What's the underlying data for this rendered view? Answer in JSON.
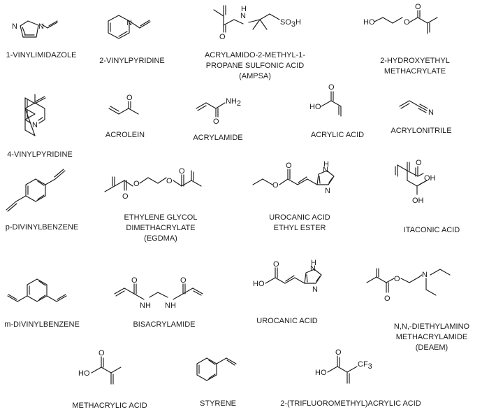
{
  "molecules": [
    {
      "name": "1-VINYLIMIDAZOLE"
    },
    {
      "name": "2-VINYLPYRIDINE"
    },
    {
      "name": "ACRYLAMIDO-2-METHYL-1-PROPANE SULFONIC ACID (AMPSA)",
      "lines": [
        "ACRYLAMIDO-2-METHYL-1-",
        "PROPANE SULFONIC ACID",
        "(AMPSA)"
      ]
    },
    {
      "name": "2-HYDROXYETHYL METHACRYLATE",
      "lines": [
        "2-HYDROXYETHYL",
        "METHACRYLATE"
      ]
    },
    {
      "name": "4-VINYLPYRIDINE"
    },
    {
      "name": "ACROLEIN"
    },
    {
      "name": "ACRYLAMIDE"
    },
    {
      "name": "ACRYLIC ACID"
    },
    {
      "name": "ACRYLONITRILE"
    },
    {
      "name": "p-DIVINYLBENZENE"
    },
    {
      "name": "ETHYLENE GLYCOL DIMETHACRYLATE (EGDMA)",
      "lines": [
        "ETHYLENE GLYCOL",
        "DIMETHACRYLATE",
        "(EGDMA)"
      ]
    },
    {
      "name": "UROCANIC ACID ETHYL ESTER",
      "lines": [
        "UROCANIC ACID",
        "ETHYL ESTER"
      ]
    },
    {
      "name": "ITACONIC ACID"
    },
    {
      "name": "m-DIVINYLBENZENE"
    },
    {
      "name": "BISACRYLAMIDE"
    },
    {
      "name": "UROCANIC ACID"
    },
    {
      "name": "N,N,-DIETHYLAMINO METHACRYLAMIDE (DEAEM)",
      "lines": [
        "N,N,-DIETHYLAMINO",
        "METHACRYLAMIDE",
        "(DEAEM)"
      ]
    },
    {
      "name": "METHACRYLIC ACID"
    },
    {
      "name": "STYRENE"
    },
    {
      "name": "2-(TRIFLUOROMETHYL)ACRYLIC ACID"
    }
  ],
  "atoms": {
    "N": "N",
    "NH": "N",
    "H": "H",
    "O": "O",
    "HO": "HO",
    "OH": "OH",
    "NH2": "NH",
    "two": "2",
    "SO3H_a": "SO",
    "SO3H_b": "3",
    "SO3H_c": "H",
    "CF3_a": "CF",
    "CF3_b": "3"
  }
}
